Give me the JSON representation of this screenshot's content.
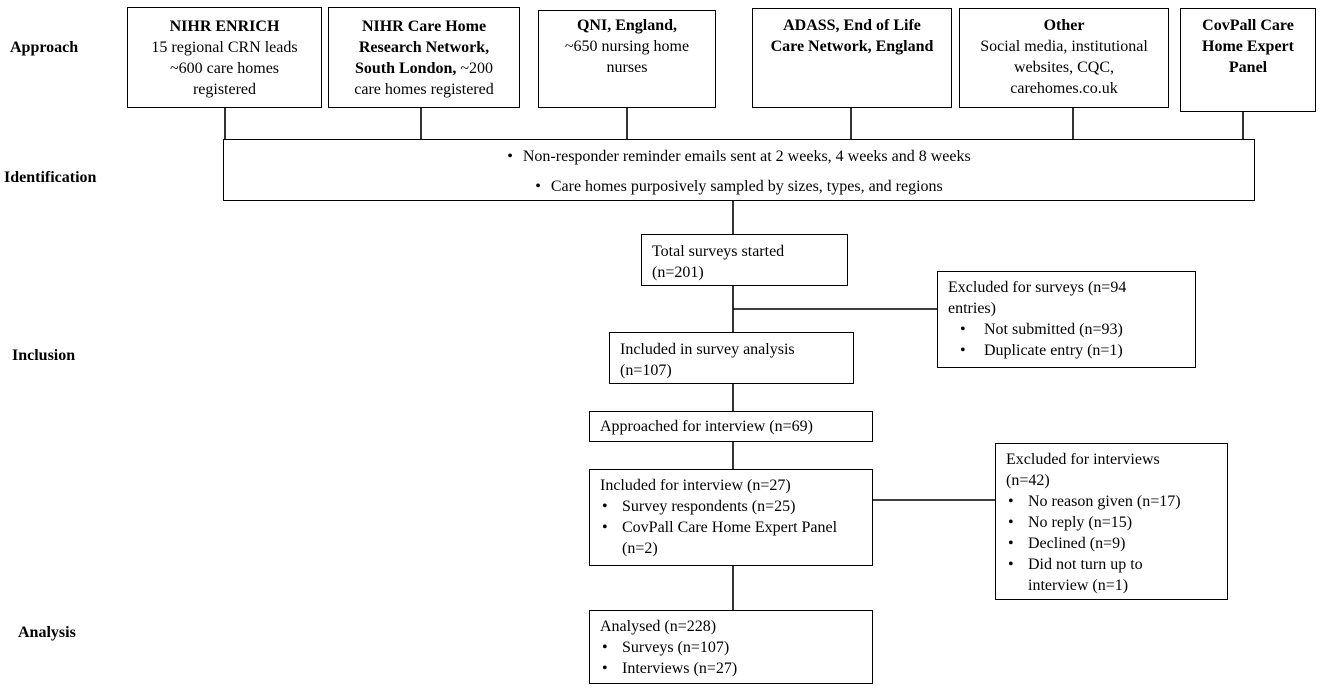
{
  "stages": {
    "approach": "Approach",
    "identification": "Identification",
    "inclusion": "Inclusion",
    "analysis": "Analysis"
  },
  "sources": [
    {
      "title": "NIHR ENRICH",
      "lines": [
        "15 regional CRN leads",
        "~600 care homes",
        "registered"
      ]
    },
    {
      "title_lines": [
        "NIHR Care Home",
        "Research Network,",
        "South London,"
      ],
      "tail": " ~200",
      "lines": [
        "care homes registered"
      ]
    },
    {
      "title": "QNI, England,",
      "lines": [
        "~650 nursing home",
        "nurses"
      ]
    },
    {
      "title_lines": [
        "ADASS, End of Life",
        "Care Network, England"
      ]
    },
    {
      "title": "Other",
      "lines": [
        "Social media, institutional",
        "websites, CQC,",
        "carehomes.co.uk"
      ]
    },
    {
      "title_lines": [
        "CovPall Care",
        "Home Expert",
        "Panel"
      ]
    }
  ],
  "identification_bullets": [
    "Non-responder reminder emails sent at 2 weeks, 4 weeks and 8 weeks",
    "Care homes purposively sampled by sizes, types, and regions"
  ],
  "total_started": {
    "line1": "Total surveys started",
    "line2": "(n=201)"
  },
  "excluded_surveys": {
    "line1": "Excluded for surveys (n=94",
    "line2": "entries)",
    "bullets": [
      "Not submitted (n=93)",
      "Duplicate entry (n=1)"
    ]
  },
  "included_survey": {
    "line1": "Included in survey analysis",
    "line2": "(n=107)"
  },
  "approached": "Approached for interview (n=69)",
  "included_interview": {
    "line1": "Included for interview (n=27)",
    "bullets": [
      "Survey respondents (n=25)",
      "CovPall Care Home Expert Panel",
      "(n=2)"
    ]
  },
  "excluded_interviews": {
    "line1": "Excluded for interviews",
    "line2": "(n=42)",
    "bullets": [
      "No reason given (n=17)",
      "No reply (n=15)",
      "Declined (n=9)",
      "Did not turn up to",
      "interview (n=1)"
    ]
  },
  "analysed": {
    "line1": "Analysed (n=228)",
    "bullets": [
      "Surveys (n=107)",
      "Interviews (n=27)"
    ]
  }
}
